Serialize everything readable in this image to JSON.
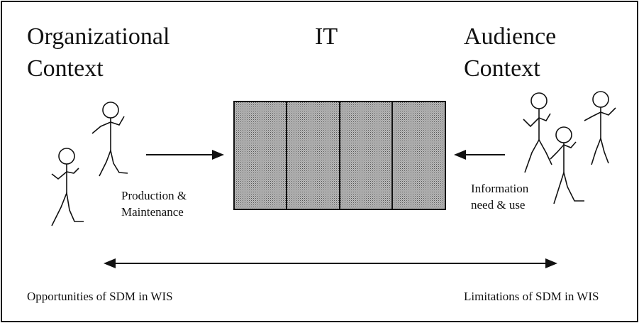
{
  "headings": {
    "left_line1": "Organizational",
    "left_line2": "Context",
    "center": "IT",
    "right_line1": "Audience",
    "right_line2": "Context"
  },
  "labels": {
    "production_line1": "Production &",
    "production_line2": "Maintenance",
    "information_line1": "Information",
    "information_line2": "need & use"
  },
  "bottom": {
    "left": "Opportunities of SDM in WIS",
    "right": "Limitations of SDM in WIS"
  },
  "colors": {
    "line": "#111111",
    "block_fill": "#9a9a9a"
  }
}
